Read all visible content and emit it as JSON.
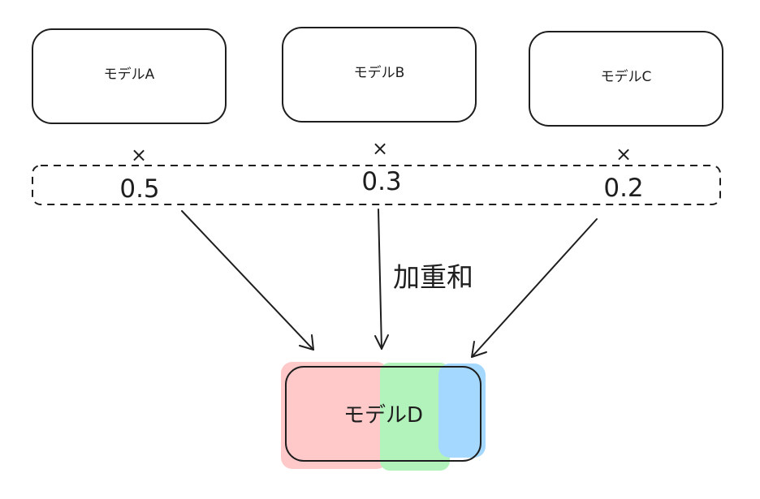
{
  "models": [
    {
      "id": "A",
      "label": "モデルA",
      "color": "#ffc9c9"
    },
    {
      "id": "B",
      "label": "モデルB",
      "color": "#b2f2bb"
    },
    {
      "id": "C",
      "label": "モデルC",
      "color": "#a5d8ff"
    }
  ],
  "multiply_symbol": "×",
  "weights": [
    "0.5",
    "0.3",
    "0.2"
  ],
  "edge_label": "加重和",
  "result": {
    "label": "モデルD",
    "segments": [
      {
        "color": "#ffc9c9",
        "share": 0.5
      },
      {
        "color": "#b2f2bb",
        "share": 0.3
      },
      {
        "color": "#a5d8ff",
        "share": 0.2
      }
    ]
  },
  "stroke_color": "#1e1e1e"
}
